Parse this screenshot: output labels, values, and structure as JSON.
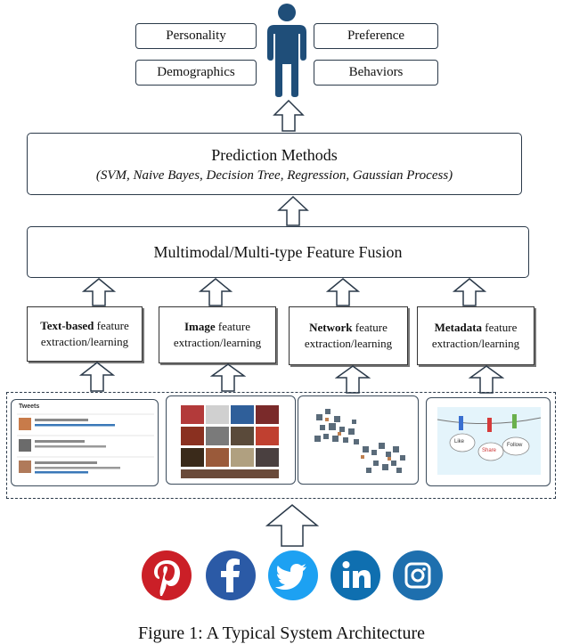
{
  "outputs": {
    "personality": "Personality",
    "demographics": "Demographics",
    "preference": "Preference",
    "behaviors": "Behaviors"
  },
  "prediction": {
    "title": "Prediction Methods",
    "methods": "(SVM, Naive Bayes, Decision Tree, Regression, Gaussian Process)"
  },
  "fusion": {
    "title": "Multimodal/Multi-type Feature Fusion"
  },
  "extractors": [
    {
      "bold": "Text-based",
      "rest": " feature",
      "line2": "extraction/learning"
    },
    {
      "bold": "Image",
      "rest": " feature",
      "line2": "extraction/learning"
    },
    {
      "bold": "Network",
      "rest": " feature",
      "line2": "extraction/learning"
    },
    {
      "bold": "Metadata",
      "rest": " feature",
      "line2": "extraction/learning"
    }
  ],
  "metadata_tags": [
    "Like",
    "Share",
    "Follow"
  ],
  "tweets_header": "Tweets",
  "caption": "Figure 1: A Typical System Architecture",
  "colors": {
    "person": "#1f4e79",
    "pinterest": "#cb1f27",
    "facebook": "#2b5aa6",
    "twitter": "#1da1f2",
    "linkedin": "#0f6fb0",
    "instagram": "#1e6fae"
  },
  "icons": [
    "person-icon",
    "pinterest-icon",
    "facebook-icon",
    "twitter-icon",
    "linkedin-icon",
    "instagram-icon"
  ]
}
